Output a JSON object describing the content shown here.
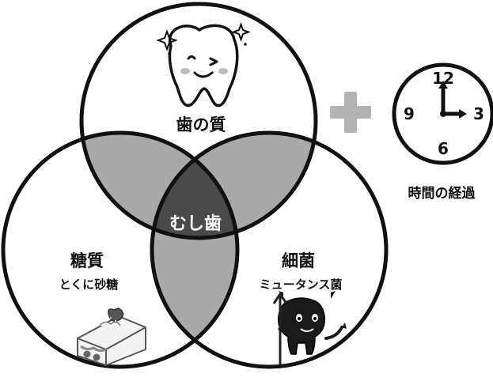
{
  "venn": {
    "top": {
      "label": "歯の質"
    },
    "left": {
      "label": "糖質",
      "sublabel": "とくに砂糖"
    },
    "right": {
      "label": "細菌",
      "sublabel": "ミュータンス菌"
    },
    "center": {
      "label": "むし歯"
    }
  },
  "plus": {
    "icon": "plus-icon"
  },
  "clock": {
    "icon": "clock-icon",
    "numbers": {
      "twelve": "12",
      "three": "3",
      "six": "6",
      "nine": "9"
    },
    "caption": "時間の経過"
  },
  "illustrations": {
    "tooth": "smiling-tooth-icon",
    "cake": "strawberry-shortcake-icon",
    "germ": "germ-devil-icon"
  },
  "colors": {
    "outline": "#111111",
    "pair_overlap": "#a9a9a9",
    "center_overlap": "#4a4a4a",
    "plus": "#b3b3b3",
    "background": "#ffffff"
  }
}
